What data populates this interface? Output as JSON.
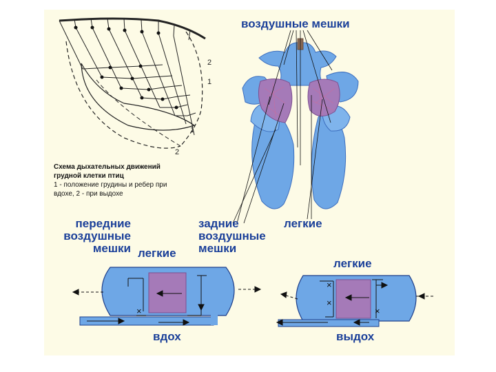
{
  "labels": {
    "air_sacs_top": "воздушные мешки",
    "front_air_sacs": "передние воздушные мешки",
    "lungs_front": "легкие",
    "back_air_sacs": "задние воздушные мешки",
    "lungs_top_right": "легкие",
    "lungs_exhale": "легкие",
    "inhale": "вдох",
    "exhale": "выдох"
  },
  "label_lines": {
    "front_air_sacs": [
      "передние",
      "воздушные",
      "мешки"
    ],
    "back_air_sacs": [
      "задние",
      "воздушные",
      "мешки"
    ]
  },
  "caption": {
    "title_line1": "Схема дыхательных движений",
    "title_line2": "грудной клетки птиц",
    "line3": "1 - положение грудины и ребер при",
    "line4": "вдохе, 2 - при выдохе"
  },
  "chest_numbers": {
    "n1": "1",
    "n2": "2",
    "n1b": "1",
    "n2b": "2"
  },
  "valve_marks": {
    "x1": "×",
    "x2": "×",
    "x3": "×",
    "x4": "×"
  },
  "colors": {
    "panel": "#fdfbe6",
    "label_blue": "#1a3f99",
    "sac_blue": "#6ea7e6",
    "sac_dark": "#3d6fbf",
    "lung_purple": "#a57ab8",
    "lung_pink": "#c56fa0"
  }
}
